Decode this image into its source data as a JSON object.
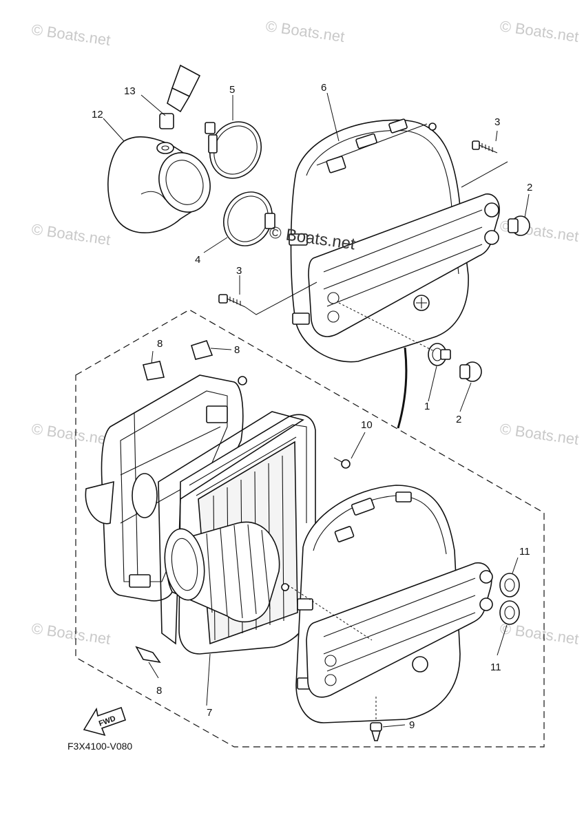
{
  "watermark": "© Boats.net",
  "drawing_code": "F3X4100-V080",
  "fwd_label": "FWD",
  "callouts": [
    "13",
    "12",
    "5",
    "6",
    "3",
    "2",
    "4",
    "3",
    "8",
    "8",
    "1",
    "2",
    "10",
    "11",
    "11",
    "8",
    "7",
    "9"
  ]
}
